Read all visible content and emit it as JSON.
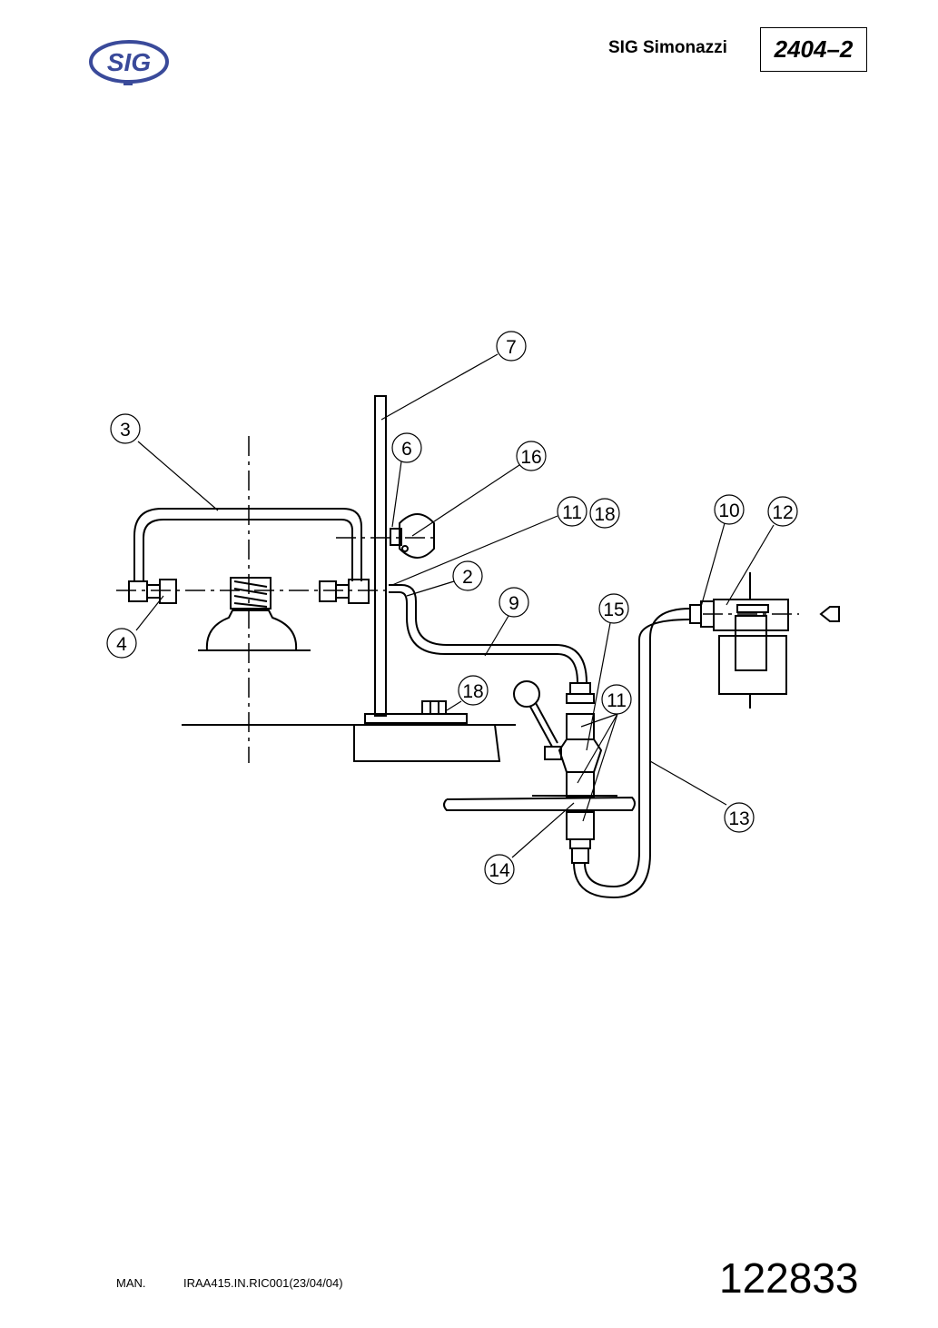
{
  "header": {
    "logo_text": "SIG",
    "company": "SIG Simonazzi",
    "doc_number": "2404–2"
  },
  "diagram": {
    "callouts": [
      {
        "id": "7",
        "label": "7"
      },
      {
        "id": "3",
        "label": "3"
      },
      {
        "id": "6",
        "label": "6"
      },
      {
        "id": "16",
        "label": "16"
      },
      {
        "id": "11a",
        "label": "11"
      },
      {
        "id": "18a",
        "label": "18"
      },
      {
        "id": "10",
        "label": "10"
      },
      {
        "id": "12",
        "label": "12"
      },
      {
        "id": "2",
        "label": "2"
      },
      {
        "id": "9",
        "label": "9"
      },
      {
        "id": "15",
        "label": "15"
      },
      {
        "id": "4",
        "label": "4"
      },
      {
        "id": "18b",
        "label": "18"
      },
      {
        "id": "11b",
        "label": "11"
      },
      {
        "id": "13",
        "label": "13"
      },
      {
        "id": "14",
        "label": "14"
      }
    ]
  },
  "footer": {
    "man": "MAN.",
    "reference": "IRAA415.IN.RIC001(23/04/04)",
    "page_number": "122833"
  }
}
